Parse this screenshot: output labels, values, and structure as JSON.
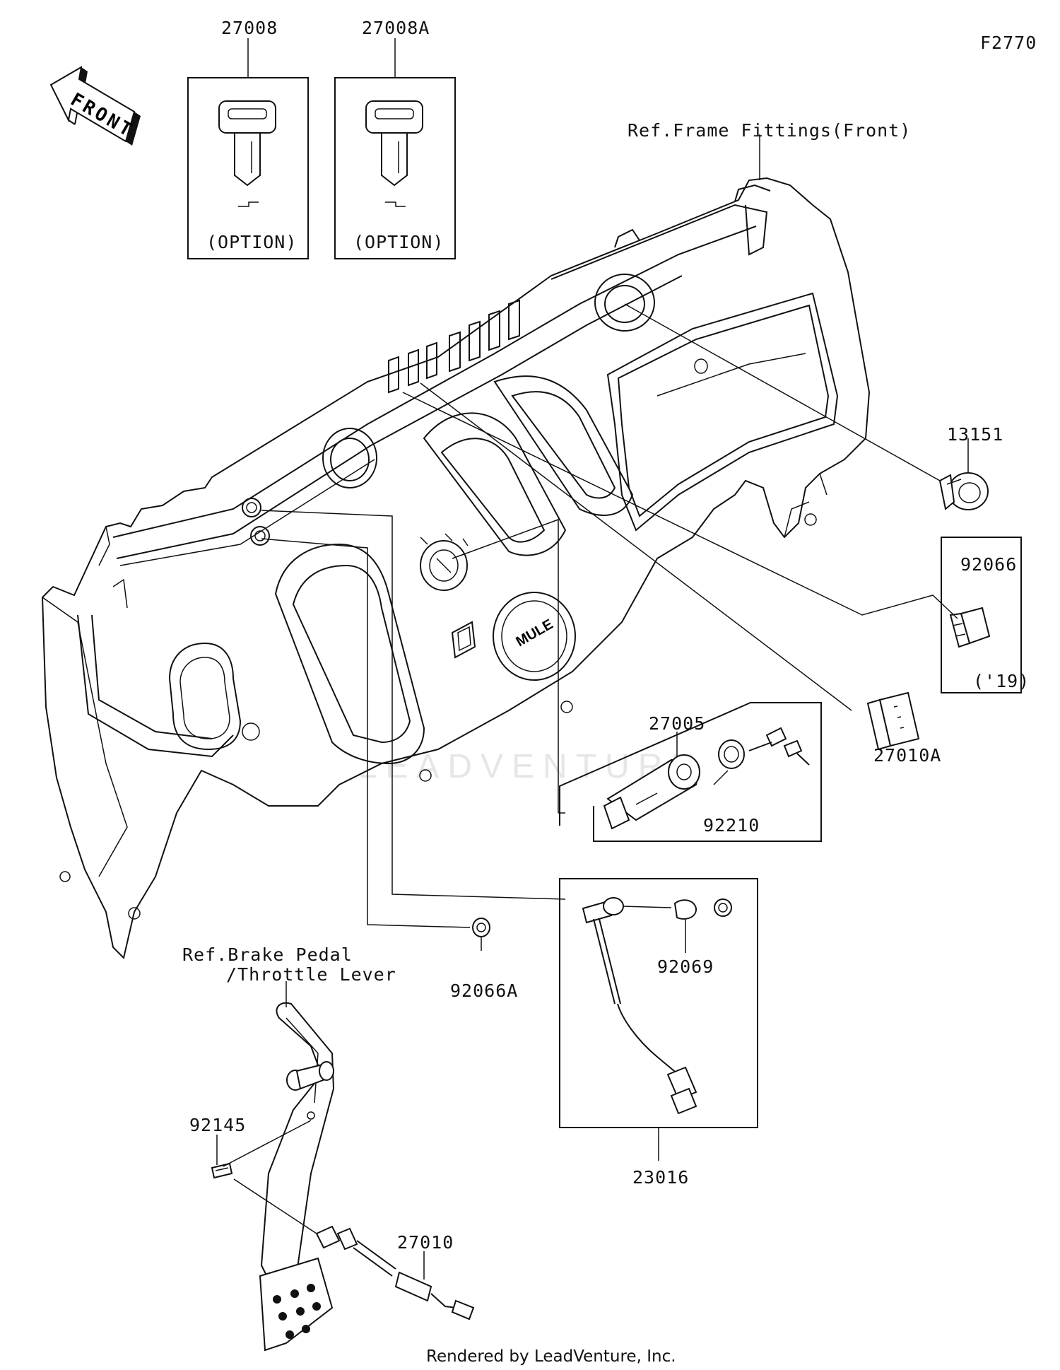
{
  "figure_code": "F2770",
  "front_arrow_text": "FRONT",
  "refs": {
    "frame_fittings": "Ref.Frame Fittings(Front)",
    "brake_pedal_line1": "Ref.Brake Pedal",
    "brake_pedal_line2": "/Throttle Lever"
  },
  "parts": {
    "p27008": "27008",
    "p27008A": "27008A",
    "option1": "(OPTION)",
    "option2": "(OPTION)",
    "p13151": "13151",
    "p92066": "92066",
    "year19": "('19)",
    "p27010A": "27010A",
    "p27005": "27005",
    "p92210": "92210",
    "p92069": "92069",
    "p92066A": "92066A",
    "p23016": "23016",
    "p92145": "92145",
    "p27010": "27010"
  },
  "panel_text": {
    "logo": "MULE"
  },
  "footer": "Rendered by LeadVenture, Inc.",
  "watermark": "LEADVENTURE"
}
